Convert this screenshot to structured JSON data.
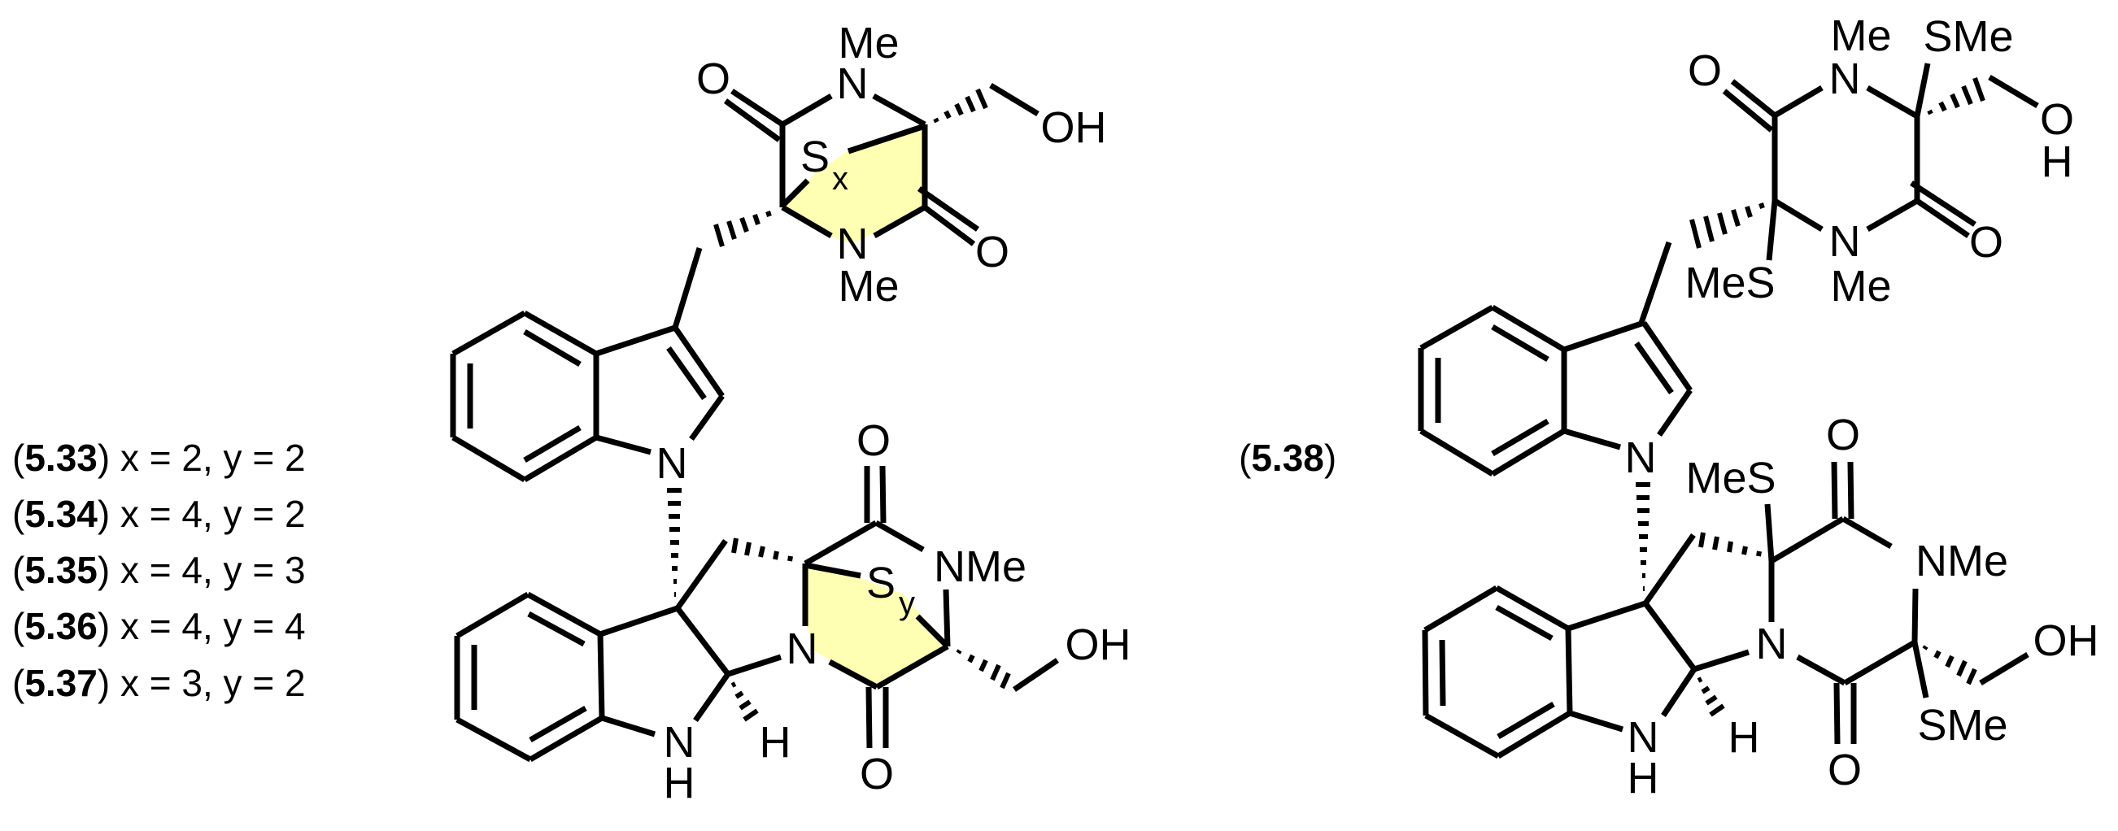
{
  "figure": {
    "colors": {
      "bond": "#000000",
      "ring_highlight": "#ffffb3",
      "background": "#ffffff"
    },
    "left_compound": {
      "variants": [
        {
          "id": "5.33",
          "text": "x = 2, y = 2"
        },
        {
          "id": "5.34",
          "text": "x = 4, y = 2"
        },
        {
          "id": "5.35",
          "text": "x = 4, y = 3"
        },
        {
          "id": "5.36",
          "text": "x = 4, y = 4"
        },
        {
          "id": "5.37",
          "text": "x = 3, y = 2"
        }
      ],
      "atoms": {
        "top_N": "N",
        "top_N_Me": "Me",
        "top_O_left": "O",
        "top_O_right": "O",
        "bottom_N_top": "N",
        "bottom_N_Me": "Me",
        "top_OH": "OH",
        "bridge_top_S": "S",
        "bridge_top_sub": "x",
        "indole_N": "N",
        "lower_O_top": "O",
        "lower_NMe": "NMe",
        "lower_N": "N",
        "lower_O_bottom": "O",
        "lower_OH": "OH",
        "bridge_bottom_S": "S",
        "bridge_bottom_sub": "y",
        "NH_N": "N",
        "NH_H": "H",
        "CH_H": "H"
      }
    },
    "right_compound": {
      "id": "5.38",
      "atoms": {
        "top_N": "N",
        "top_N_Me": "Me",
        "top_SMe": "SMe",
        "top_O_left": "O",
        "top_O_right": "O",
        "top_OH_O": "O",
        "top_OH_H": "H",
        "bottom_N": "N",
        "bottom_N_Me": "Me",
        "top_MeS": "MeS",
        "indole_N": "N",
        "lower_MeS": "MeS",
        "lower_O_top": "O",
        "lower_NMe": "NMe",
        "lower_N": "N",
        "lower_O_bottom": "O",
        "lower_OH": "OH",
        "lower_SMe": "SMe",
        "NH_N": "N",
        "NH_H": "H",
        "CH_H": "H"
      }
    }
  }
}
